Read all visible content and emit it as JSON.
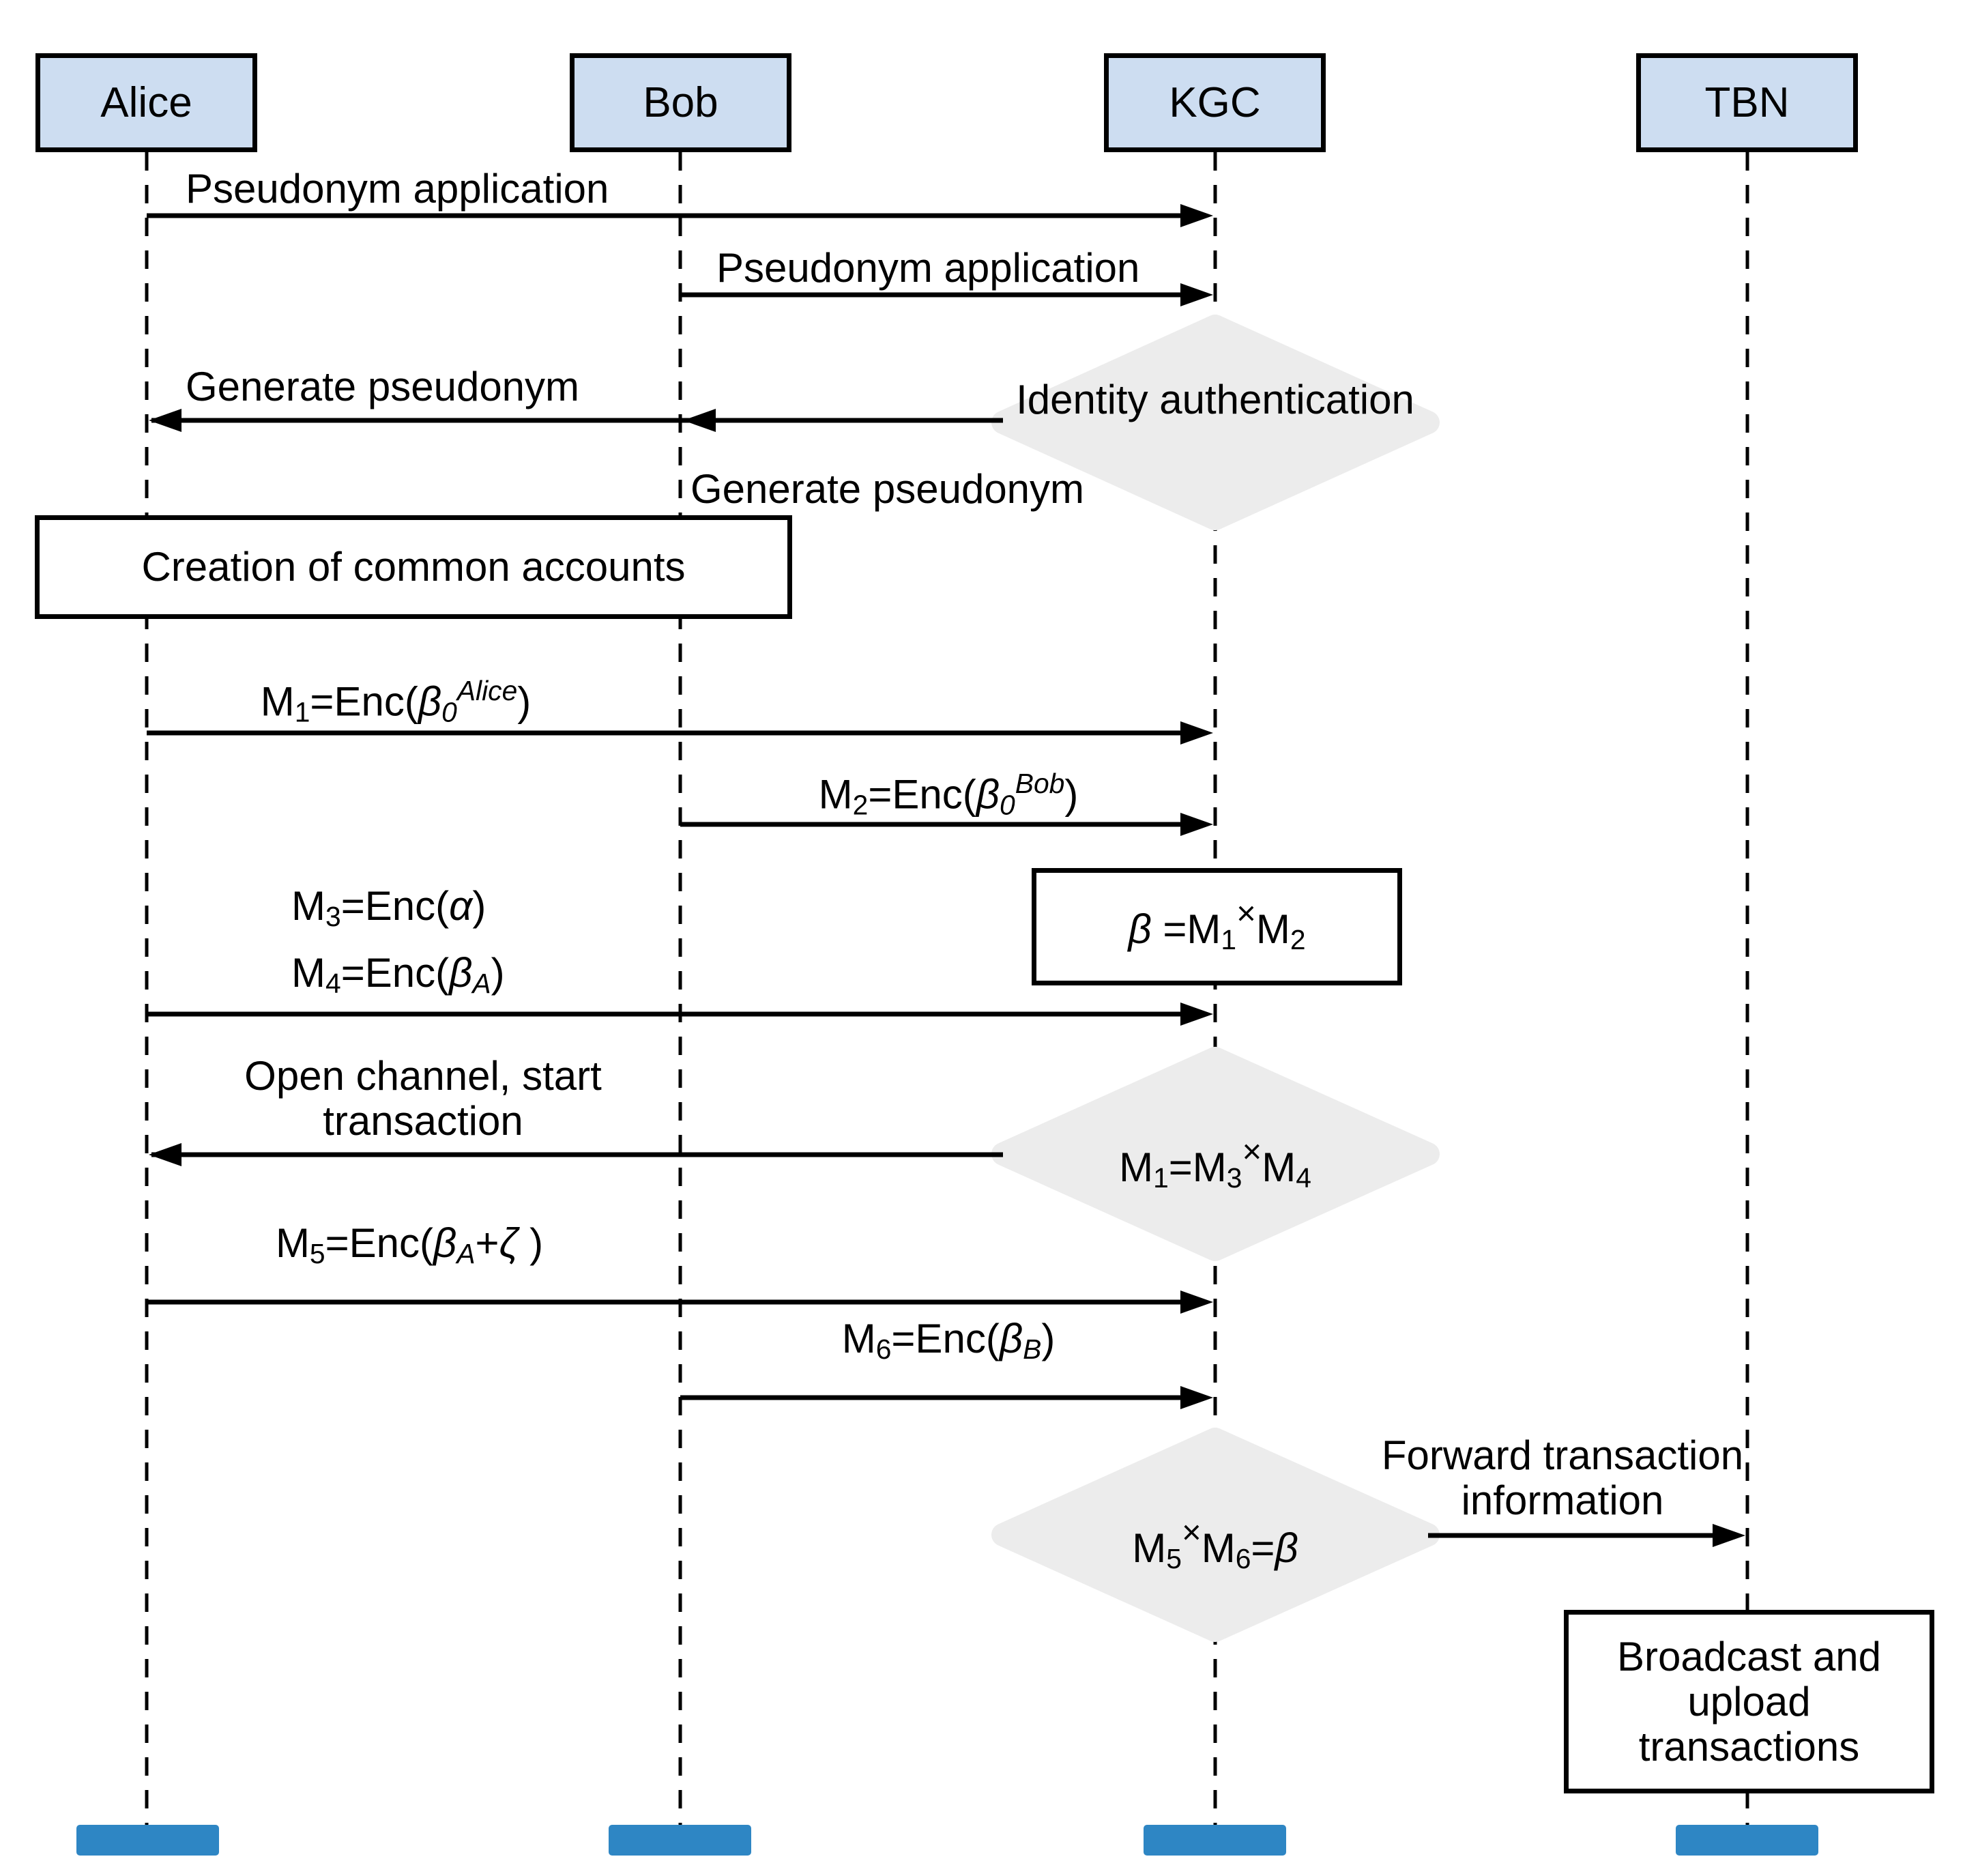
{
  "colors": {
    "actor_fill": "#cdddf1",
    "diamond_fill": "#ececec",
    "bar_fill": "#2e86c4",
    "line": "#000000",
    "background": "#ffffff"
  },
  "actors": [
    {
      "label": "Alice"
    },
    {
      "label": "Bob"
    },
    {
      "label": "KGC"
    },
    {
      "label": "TBN"
    }
  ],
  "labels": {
    "msg_pseudonym_alice": "Pseudonym application",
    "msg_pseudonym_bob": "Pseudonym application",
    "msg_generate_alice": "Generate pseudonym",
    "msg_generate_bob": "Generate pseudonym",
    "box_accounts": "Creation of common accounts",
    "diamond_identity": "Identity authentication",
    "msg_open_channel": "Open channel, start transaction",
    "msg_forward": "Forward transaction information",
    "box_broadcast": "Broadcast and upload transactions"
  },
  "formulas": {
    "m1": [
      {
        "t": "M"
      },
      {
        "t": "1",
        "s": "sub"
      },
      {
        "t": "=Enc("
      },
      {
        "t": "β",
        "s": "i"
      },
      {
        "t": "0",
        "s": "sub i"
      },
      {
        "t": "Alice",
        "s": "sup i"
      },
      {
        "t": ")"
      }
    ],
    "m2": [
      {
        "t": "M"
      },
      {
        "t": "2",
        "s": "sub"
      },
      {
        "t": "=Enc("
      },
      {
        "t": "β",
        "s": "i"
      },
      {
        "t": "0",
        "s": "sub i"
      },
      {
        "t": "Bob",
        "s": "sup i"
      },
      {
        "t": ")"
      }
    ],
    "m3": [
      {
        "t": "M"
      },
      {
        "t": "3",
        "s": "sub"
      },
      {
        "t": "=Enc("
      },
      {
        "t": "α",
        "s": "i"
      },
      {
        "t": ")"
      }
    ],
    "m4": [
      {
        "t": "M"
      },
      {
        "t": "4",
        "s": "sub"
      },
      {
        "t": "=Enc("
      },
      {
        "t": "β",
        "s": "i"
      },
      {
        "t": "A",
        "s": "sub i"
      },
      {
        "t": ")"
      }
    ],
    "m5": [
      {
        "t": "M"
      },
      {
        "t": "5",
        "s": "sub"
      },
      {
        "t": "=Enc("
      },
      {
        "t": "β",
        "s": "i"
      },
      {
        "t": "A",
        "s": "sub i"
      },
      {
        "t": "+"
      },
      {
        "t": "ζ",
        "s": "i"
      },
      {
        "t": " )"
      }
    ],
    "m6": [
      {
        "t": "M"
      },
      {
        "t": "6",
        "s": "sub"
      },
      {
        "t": "=Enc("
      },
      {
        "t": "β",
        "s": "i"
      },
      {
        "t": "B",
        "s": "sub i"
      },
      {
        "t": ")"
      }
    ],
    "beta_box": [
      {
        "t": "β",
        "s": "i"
      },
      {
        "t": " =M"
      },
      {
        "t": "1",
        "s": "sub"
      },
      {
        "t": "×",
        "s": "sup x"
      },
      {
        "t": "M"
      },
      {
        "t": "2",
        "s": "sub"
      }
    ],
    "check_m1": [
      {
        "t": "M"
      },
      {
        "t": "1",
        "s": "sub"
      },
      {
        "t": "=M"
      },
      {
        "t": "3",
        "s": "sub"
      },
      {
        "t": "×",
        "s": "sup x"
      },
      {
        "t": "M"
      },
      {
        "t": "4",
        "s": "sub"
      }
    ],
    "check_m5": [
      {
        "t": "M"
      },
      {
        "t": "5",
        "s": "sub"
      },
      {
        "t": "×",
        "s": "sup x"
      },
      {
        "t": "M"
      },
      {
        "t": "6",
        "s": "sub"
      },
      {
        "t": "="
      },
      {
        "t": "β",
        "s": "i"
      }
    ]
  }
}
